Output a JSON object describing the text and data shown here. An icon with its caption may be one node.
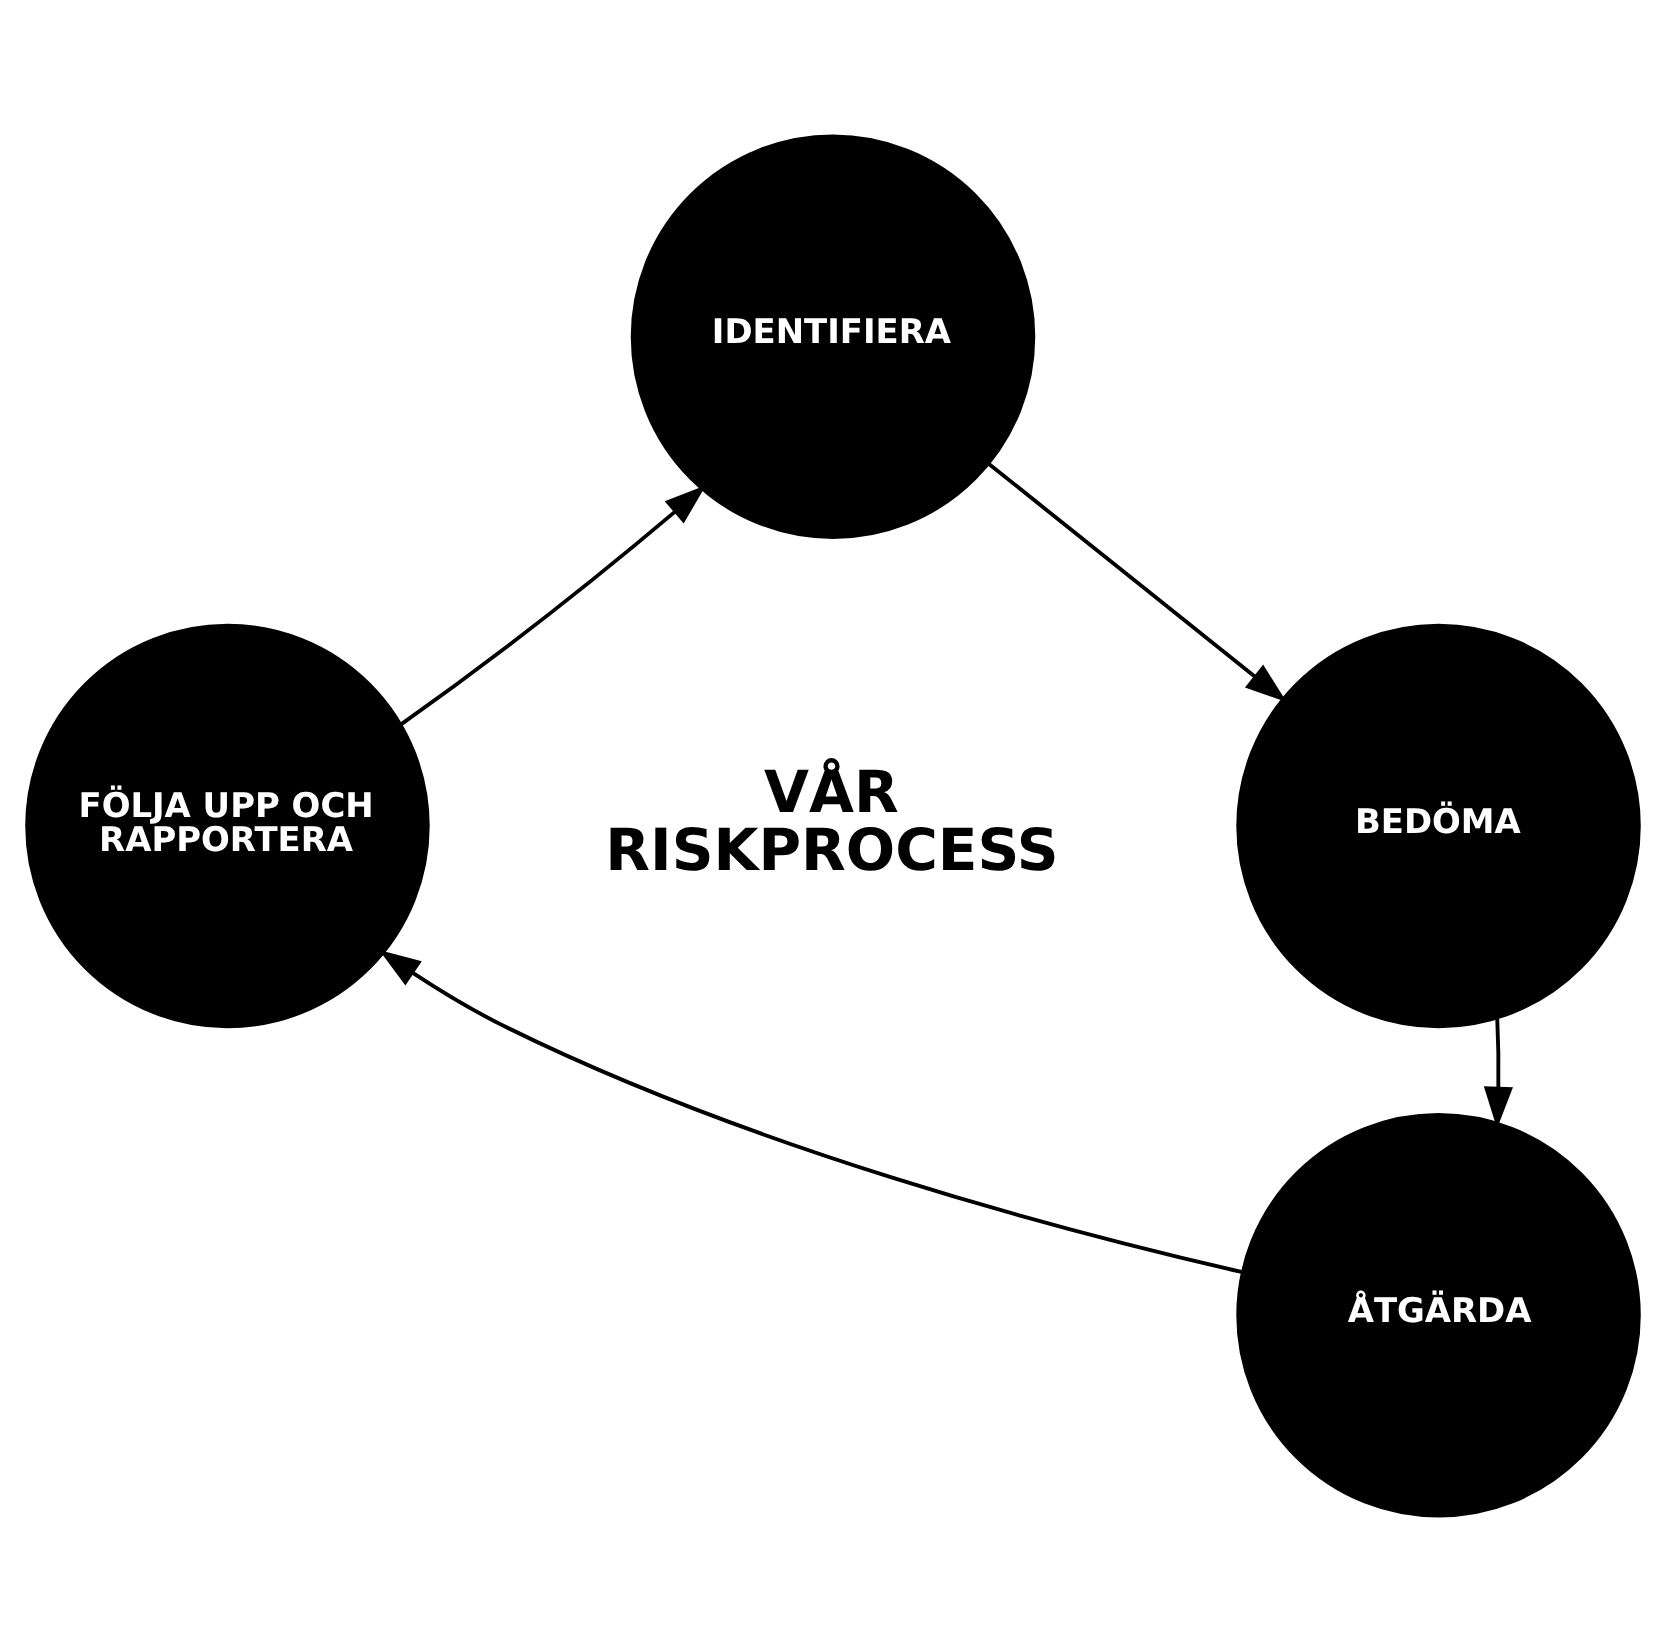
{
  "diagram": {
    "nodes": [
      {
        "text": [
          "IDENTIFIERA"
        ]
      },
      {
        "text": [
          "BEDÖMA"
        ]
      },
      {
        "text": [
          "ÅTGÄRDA"
        ]
      },
      {
        "text": [
          "FÖLJA UPP OCH RAPPORTERA"
        ]
      }
    ],
    "edges": [
      {
        "from": 0,
        "to": 1,
        "arrow": "to"
      },
      {
        "from": 1,
        "to": 2,
        "arrow": "to"
      },
      {
        "from": 2,
        "to": 3,
        "arrow": "to"
      },
      {
        "from": 3,
        "to": 0,
        "arrow": "to"
      }
    ],
    "labels": [
      "VÅR RISKPROCESS"
    ]
  }
}
